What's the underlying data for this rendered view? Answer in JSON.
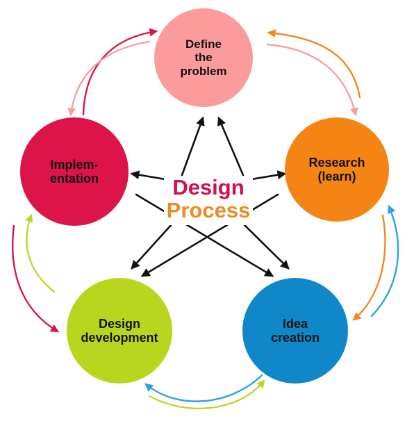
{
  "center": {
    "line1": "Design",
    "line2": "Process",
    "line1_color": "#d0104a",
    "line2_color": "#ee8a1f"
  },
  "nodes": [
    {
      "id": "define",
      "lines": [
        "Define",
        "the",
        "problem"
      ],
      "color": "#fc9b9b"
    },
    {
      "id": "research",
      "lines": [
        "Research",
        "(learn)"
      ],
      "color": "#f48414"
    },
    {
      "id": "idea",
      "lines": [
        "Idea",
        "creation"
      ],
      "color": "#0f87c9"
    },
    {
      "id": "development",
      "lines": [
        "Design",
        "development"
      ],
      "color": "#b9d61e"
    },
    {
      "id": "implementation",
      "lines": [
        "Implem-",
        "entation"
      ],
      "color": "#dc1448"
    }
  ],
  "colors": {
    "star_arrows": "#111111",
    "cycle_define_research": [
      "#f18a1e",
      "#f5a0a0"
    ],
    "cycle_research_idea": [
      "#f18a1e",
      "#2ea4d8"
    ],
    "cycle_idea_development": [
      "#2ea4d8",
      "#c2d52a"
    ],
    "cycle_development_implementation": [
      "#c2d52a",
      "#dc1448"
    ],
    "cycle_implementation_define": [
      "#dc1448",
      "#f5a0a0"
    ]
  }
}
